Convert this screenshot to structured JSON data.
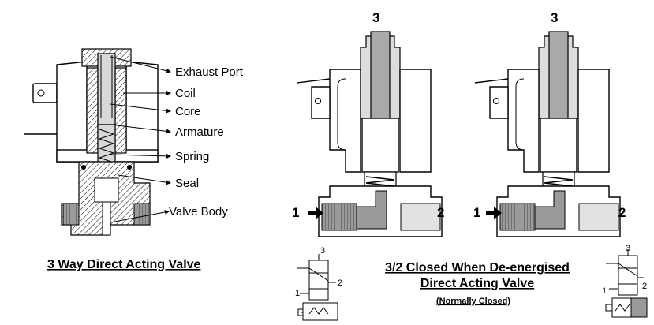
{
  "left_diagram": {
    "labels": [
      "Exhaust Port",
      "Coil",
      "Core",
      "Armature",
      "Spring",
      "Seal",
      "Valve Body"
    ],
    "title": "3 Way Direct Acting Valve"
  },
  "right_diagram": {
    "port_top_a": "3",
    "port_top_b": "3",
    "port_in_a": "1",
    "port_out_a": "2",
    "port_in_b": "1",
    "port_out_b": "2",
    "title_line1": "3/2 Closed When De-energised",
    "title_line2": "Direct Acting Valve",
    "subtitle": "(Normally Closed)"
  },
  "symbols": {
    "left": {
      "p3": "3",
      "p2": "2",
      "p1": "1"
    },
    "right": {
      "p3": "3",
      "p2": "2",
      "p1": "1"
    }
  }
}
